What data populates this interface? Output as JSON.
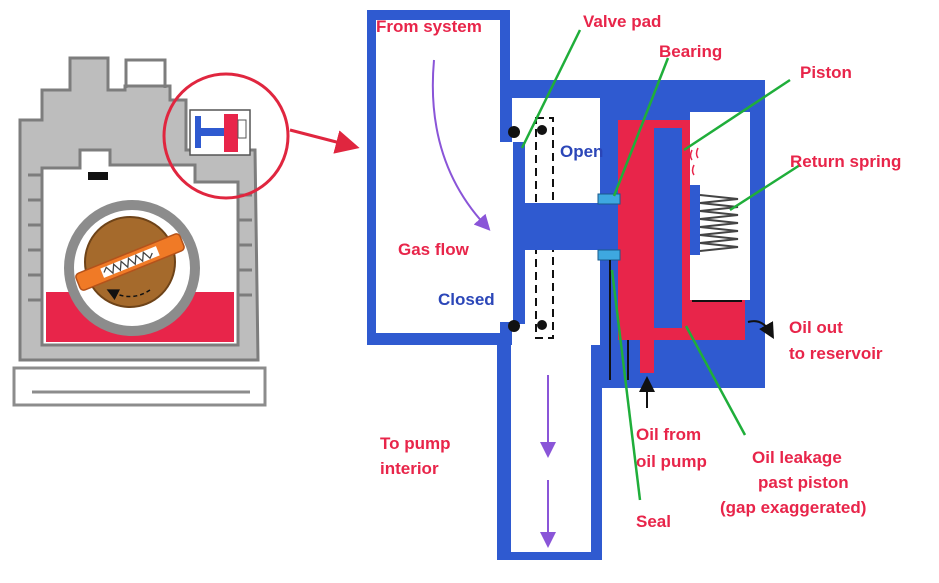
{
  "colors": {
    "pump_blue": "#2f5ad0",
    "oil_red": "#e8254a",
    "label_red": "#e8254a",
    "label_blue": "#2b46b8",
    "leader_green": "#1fae3a",
    "flow_arrow": "#8a55d8",
    "rotor_brown": "#a56a2c",
    "vane_orange": "#f07a26",
    "callout_circle": "#e0263f",
    "housing_grey": "#a9a9a9"
  },
  "labels": {
    "from_system": "From system",
    "valve_pad": "Valve pad",
    "bearing": "Bearing",
    "piston": "Piston",
    "return_spring": "Return spring",
    "open": "Open",
    "gas_flow": "Gas flow",
    "closed": "Closed",
    "oil_out_line1": "Oil out",
    "oil_out_line2": "to reservoir",
    "to_pump_line1": "To pump",
    "to_pump_line2": "interior",
    "oil_from_line1": "Oil from",
    "oil_from_line2": "oil pump",
    "oil_leakage_line1": "Oil leakage",
    "oil_leakage_line2": "past piston",
    "oil_leakage_line3": "(gap exaggerated)",
    "seal": "Seal"
  }
}
